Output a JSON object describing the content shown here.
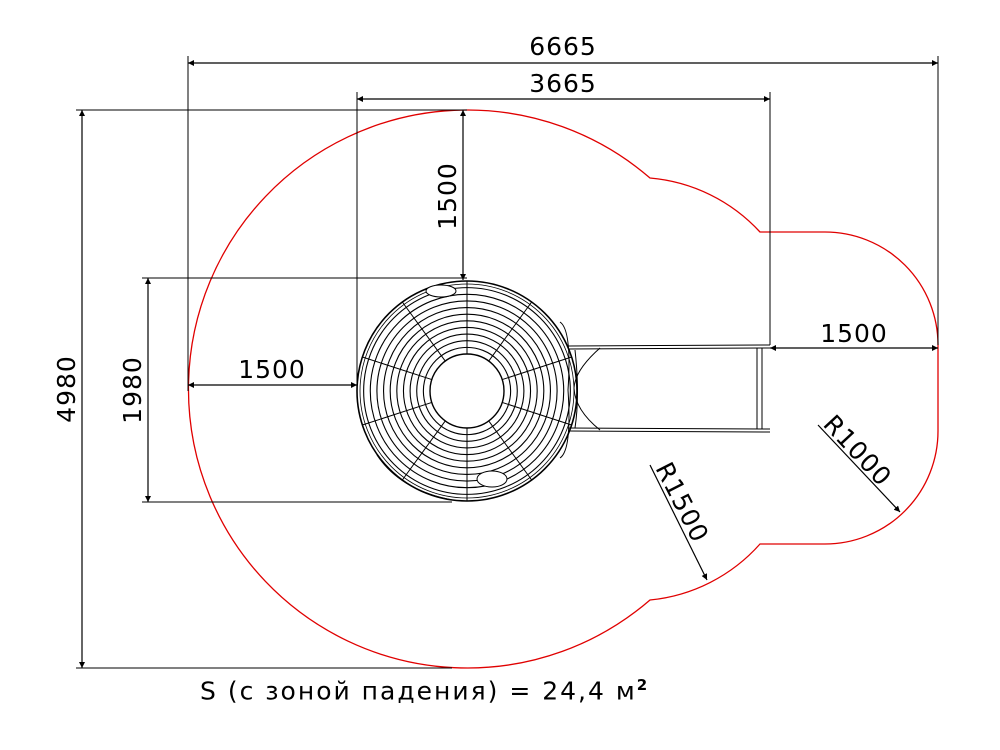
{
  "dimensions": {
    "overall_width": "6665",
    "upper_width": "3665",
    "top_clearance": "1500",
    "overall_height": "4980",
    "dome_diameter": "1980",
    "left_clearance": "1500",
    "right_clearance": "1500",
    "radius_small": "R1000",
    "radius_large": "R1500"
  },
  "caption": {
    "text": "S (с зоной падения) = 24,4 м",
    "superscript": "2"
  },
  "colors": {
    "zone_outline": "#e00000",
    "lines": "#000000"
  }
}
